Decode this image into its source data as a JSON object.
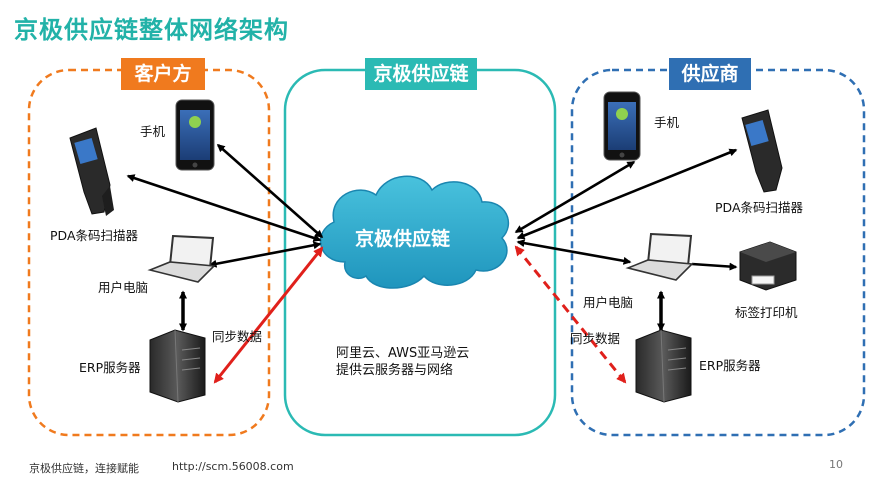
{
  "title": "京极供应链整体网络架构",
  "headers": {
    "customer": "客户方",
    "center": "京极供应链",
    "supplier": "供应商"
  },
  "cloud_label": "京极供应链",
  "customer": {
    "phone": "手机",
    "pda": "PDA条码扫描器",
    "pc": "用户电脑",
    "erp": "ERP服务器",
    "sync": "同步数据"
  },
  "supplier": {
    "phone": "手机",
    "pda": "PDA条码扫描器",
    "pc": "用户电脑",
    "printer": "标签打印机",
    "erp": "ERP服务器",
    "sync": "同步数据"
  },
  "center_note": {
    "line1": "阿里云、AWS亚马逊云",
    "line2": "提供云服务器与网络"
  },
  "footer": {
    "tagline": "京极供应链，连接赋能",
    "url": "http://scm.56008.com",
    "page": "10"
  },
  "colors": {
    "title": "#22b2a8",
    "customer_orange": "#f07a1e",
    "center_teal": "#2bbab4",
    "supplier_blue": "#2f6fb3",
    "cloud": "#2aa9c9",
    "arrow_red": "#e0201b"
  }
}
